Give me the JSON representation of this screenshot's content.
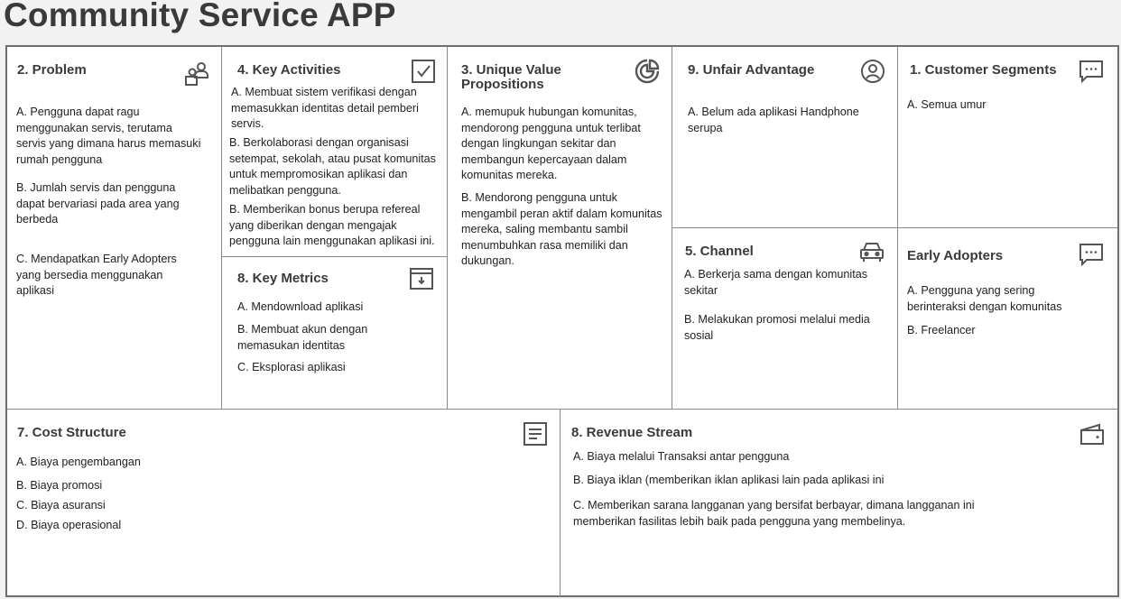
{
  "title": "Community Service APP",
  "canvas": {
    "problem": {
      "heading": "2. Problem",
      "items": [
        "A. Pengguna dapat ragu menggunakan servis, terutama servis yang dimana harus memasuki rumah pengguna",
        "B. Jumlah servis dan pengguna dapat bervariasi pada area yang berbeda",
        "C. Mendapatkan Early Adopters yang bersedia menggunakan aplikasi"
      ]
    },
    "key_activities": {
      "heading": "4. Key Activities",
      "items": [
        "A. Membuat sistem verifikasi dengan memasukkan identitas detail pemberi servis.",
        "B. Berkolaborasi dengan organisasi setempat, sekolah, atau pusat komunitas untuk mempromosikan aplikasi dan melibatkan pengguna.",
        "B. Memberikan bonus berupa refereal yang diberikan dengan mengajak pengguna lain menggunakan aplikasi ini."
      ]
    },
    "key_metrics": {
      "heading": "8. Key Metrics",
      "items": [
        "A. Mendownload aplikasi",
        "B. Membuat akun dengan memasukan identitas",
        "C. Eksplorasi aplikasi"
      ]
    },
    "uvp": {
      "heading": "3. Unique Value Propositions",
      "items": [
        "A. memupuk hubungan komunitas, mendorong pengguna untuk terlibat dengan lingkungan sekitar dan membangun kepercayaan dalam komunitas mereka.",
        "B. Mendorong pengguna untuk mengambil peran aktif dalam komunitas mereka, saling membantu sambil menumbuhkan rasa memiliki dan dukungan."
      ]
    },
    "unfair_advantage": {
      "heading": "9. Unfair Advantage",
      "items": [
        "A. Belum ada aplikasi Handphone serupa"
      ]
    },
    "channel": {
      "heading": "5. Channel",
      "items": [
        "A. Berkerja sama dengan komunitas sekitar",
        "B. Melakukan promosi melalui media sosial"
      ]
    },
    "customer_segments": {
      "heading": "1. Customer Segments",
      "items": [
        "A. Semua umur"
      ]
    },
    "early_adopters": {
      "heading": "Early Adopters",
      "items": [
        "A. Pengguna yang sering berinteraksi dengan komunitas",
        "B. Freelancer"
      ]
    },
    "cost_structure": {
      "heading": "7. Cost Structure",
      "items": [
        "A. Biaya pengembangan",
        "B. Biaya promosi",
        "C. Biaya asuransi",
        "D. Biaya operasional"
      ]
    },
    "revenue_stream": {
      "heading": "8. Revenue Stream",
      "items": [
        "A. Biaya melalui Transaksi antar pengguna",
        "B. Biaya iklan (memberikan iklan aplikasi lain pada aplikasi ini",
        "C. Memberikan sarana langganan yang bersifat berbayar, dimana langganan ini memberikan fasilitas lebih baik pada pengguna yang membelinya."
      ]
    }
  },
  "icons": {
    "problem": "people-icon",
    "key_activities": "checkbox-icon",
    "key_metrics": "archive-box-icon",
    "uvp": "pie-chart-icon",
    "unfair_advantage": "user-circle-icon",
    "channel": "car-icon",
    "customer_segments": "chat-bubble-icon",
    "early_adopters": "chat-bubble-icon",
    "cost_structure": "document-lines-icon",
    "revenue_stream": "wallet-icon"
  },
  "colors": {
    "border": "#8a8a8a",
    "heading": "#3a3a3a",
    "text": "#222222",
    "icon": "#555555",
    "background": "#f2f2f2"
  }
}
